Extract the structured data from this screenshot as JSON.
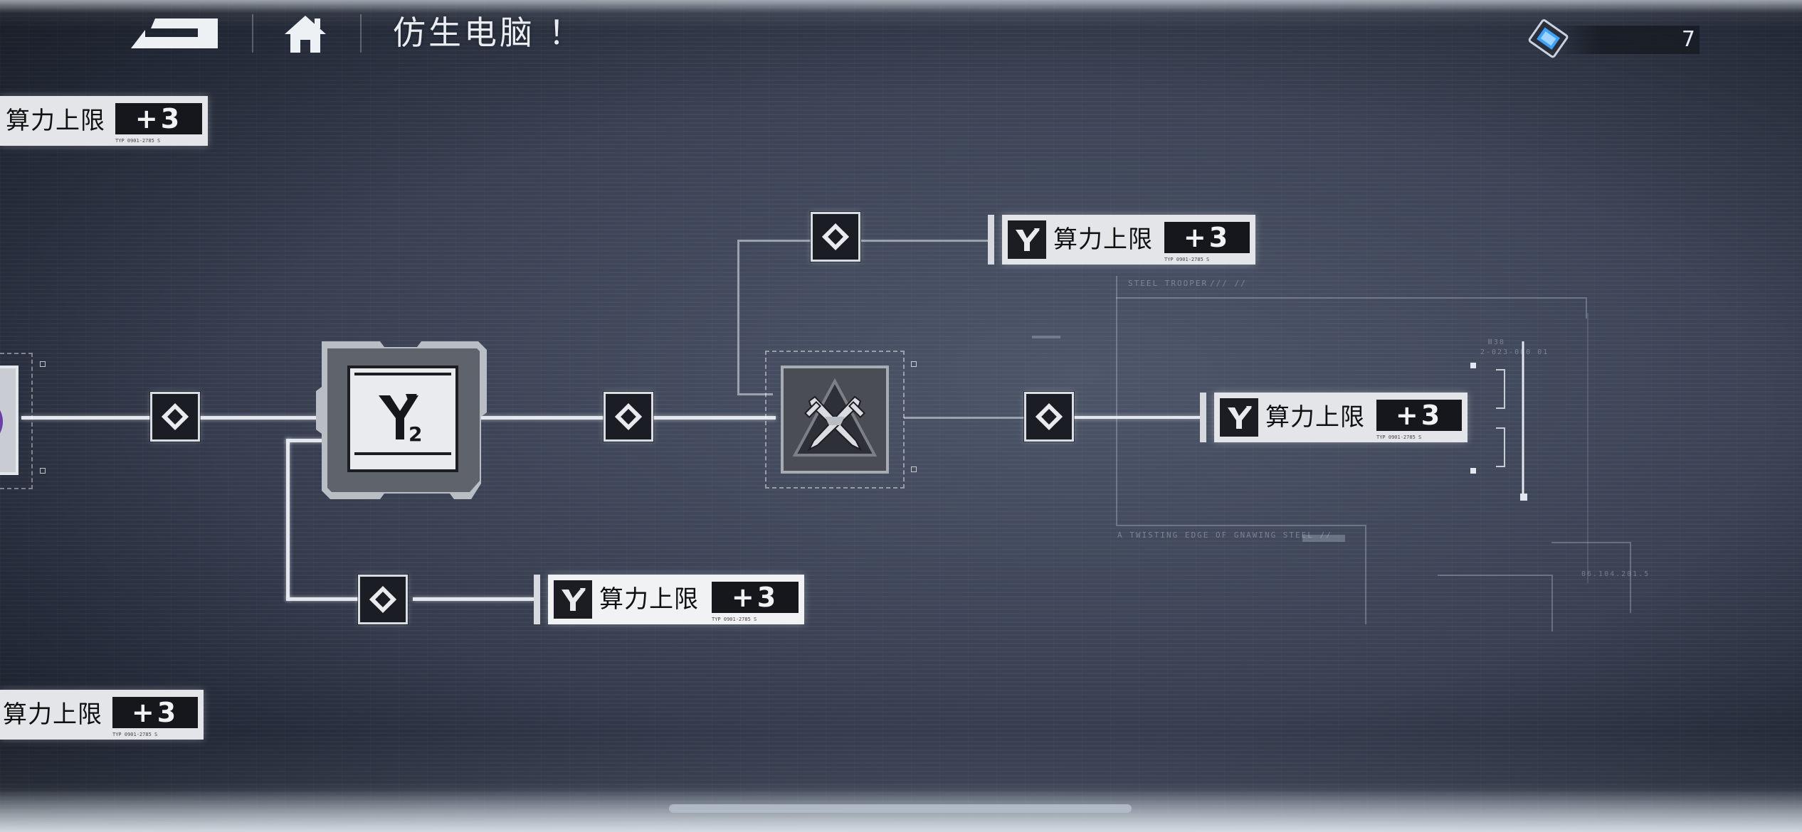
{
  "header": {
    "title": "仿生电脑 ！",
    "back_icon": "back-arrow-icon",
    "home_icon": "home-icon"
  },
  "resource": {
    "icon": "chip-card-icon",
    "count": "7"
  },
  "rewards": [
    {
      "id": "top-left",
      "label": "算力上限",
      "value": "+3"
    },
    {
      "id": "upper-branch",
      "label": "算力上限",
      "value": "+3"
    },
    {
      "id": "right-main",
      "label": "算力上限",
      "value": "+3"
    },
    {
      "id": "lower-branch",
      "label": "算力上限",
      "value": "+3"
    },
    {
      "id": "bottom-left",
      "label": "算力上限",
      "value": "+3"
    }
  ],
  "nodes": {
    "chip": {
      "icon": "y2-chip-icon"
    },
    "skill": {
      "icon": "crossed-swords-icon"
    },
    "link_icon": "link-icon",
    "start": {
      "icon": "purple-orb-icon"
    }
  },
  "decorations": {
    "steel_trooper": "STEEL TROOPER",
    "slash": "/// //",
    "tagline": "A TWISTING EDGE OF GNAWING STEEL //",
    "code_a": "Ⅲ38",
    "code_b": "2-023-000 01",
    "code_c": "06.104.201.5"
  },
  "colors": {
    "background": "#3a4254",
    "line": "#e4e8ee",
    "node_fill": "#1a1d24",
    "label_fill": "#e3e5e8",
    "value_fill": "#15171c",
    "orb": "#6a3aa6"
  }
}
